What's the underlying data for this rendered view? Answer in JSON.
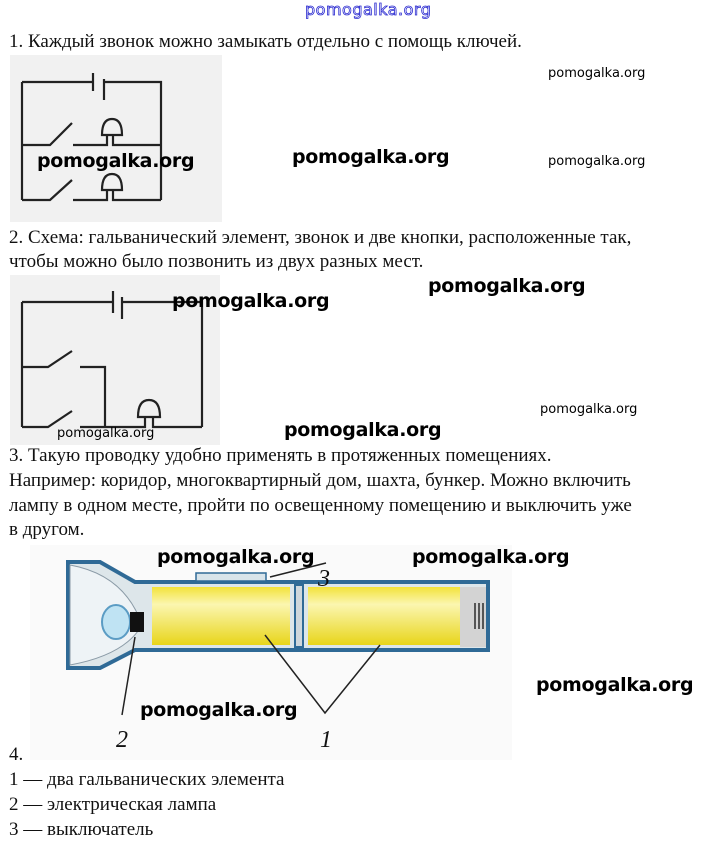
{
  "watermark_top": "pomogalka.org",
  "watermark": "pomogalka.org",
  "paragraphs": {
    "p1": "1. Каждый звонок можно замыкать отдельно с помощь ключей.",
    "p2_l1": "2. Схема: гальванический элемент, звонок и две кнопки, расположенные так,",
    "p2_l2": "чтобы можно было позвонить из двух разных мест.",
    "p3_l1": "3. Такую проводку удобно применять в протяженных помещениях.",
    "p3_l2": "Например: коридор, многоквартирный дом, шахта, бункер. Можно включить",
    "p3_l3": "лампу в одном месте, пройти по освещенному помещению и выключить уже",
    "p3_l4": "в другом.",
    "p4": "4.",
    "legend1": "1 — два гальванических элемента",
    "legend2": "2 — электрическая лампа",
    "legend3": "3 — выключатель"
  },
  "figure_labels": {
    "l1": "1",
    "l2": "2",
    "l3": "3"
  }
}
